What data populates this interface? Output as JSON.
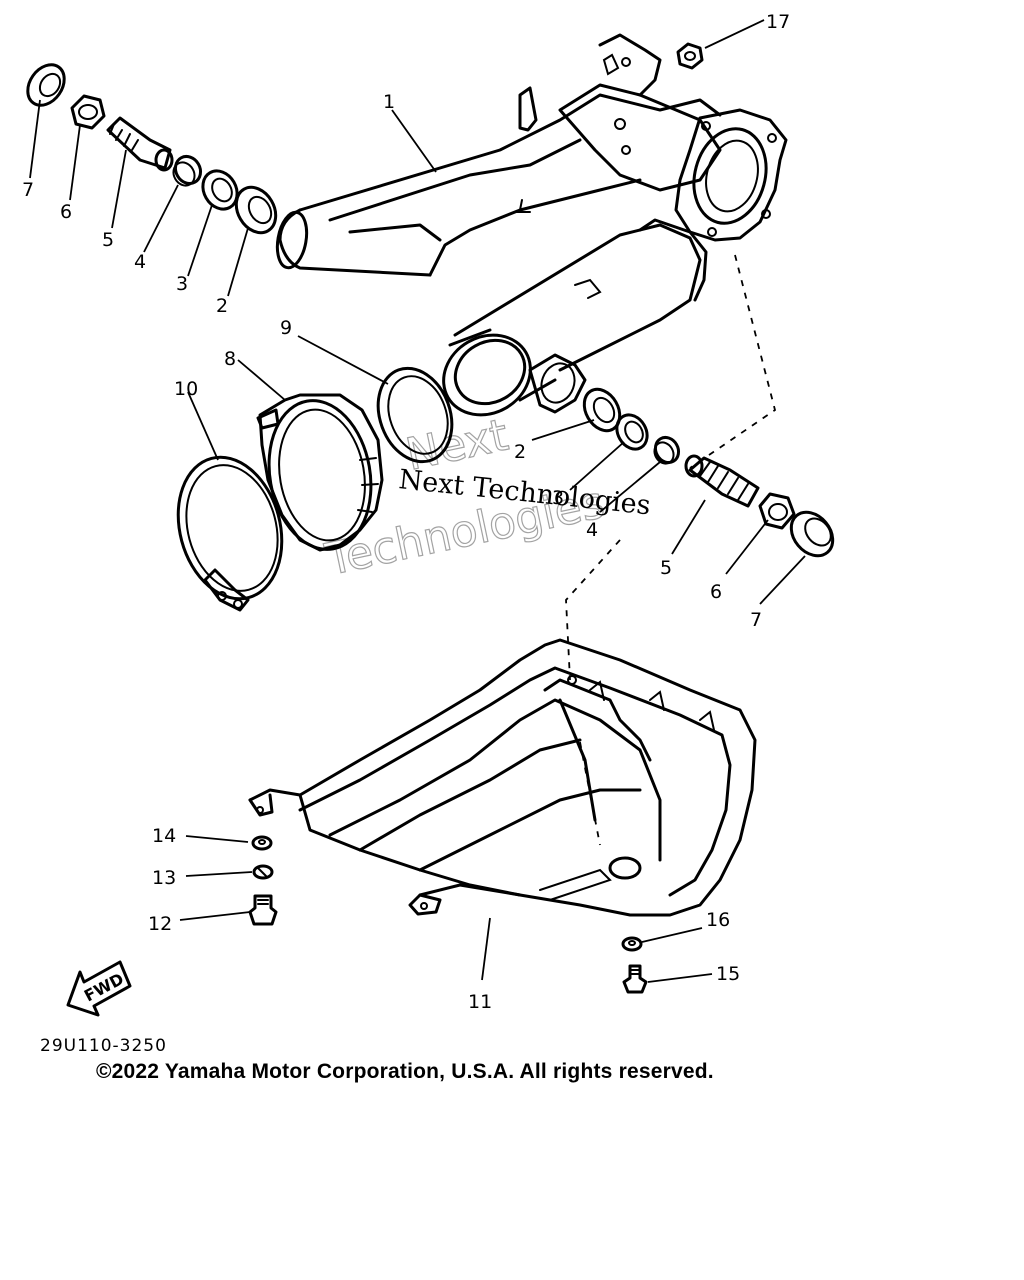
{
  "callouts": {
    "n1": "1",
    "n2a": "2",
    "n3a": "3",
    "n4a": "4",
    "n5a": "5",
    "n6a": "6",
    "n7a": "7",
    "n8": "8",
    "n9": "9",
    "n10": "10",
    "n11": "11",
    "n12": "12",
    "n13": "13",
    "n14": "14",
    "n15": "15",
    "n16": "16",
    "n17": "17",
    "n2b": "2",
    "n3b": "3",
    "n4b": "4",
    "n5b": "5",
    "n6b": "6",
    "n7b": "7"
  },
  "fwd_label": "FWD",
  "watermark": {
    "line1": "Next Technologies",
    "line2": "Next",
    "line3": "Technologies"
  },
  "diagram_code": "29U110-3250",
  "copyright": "©2022 Yamaha Motor Corporation, U.S.A. All rights reserved."
}
